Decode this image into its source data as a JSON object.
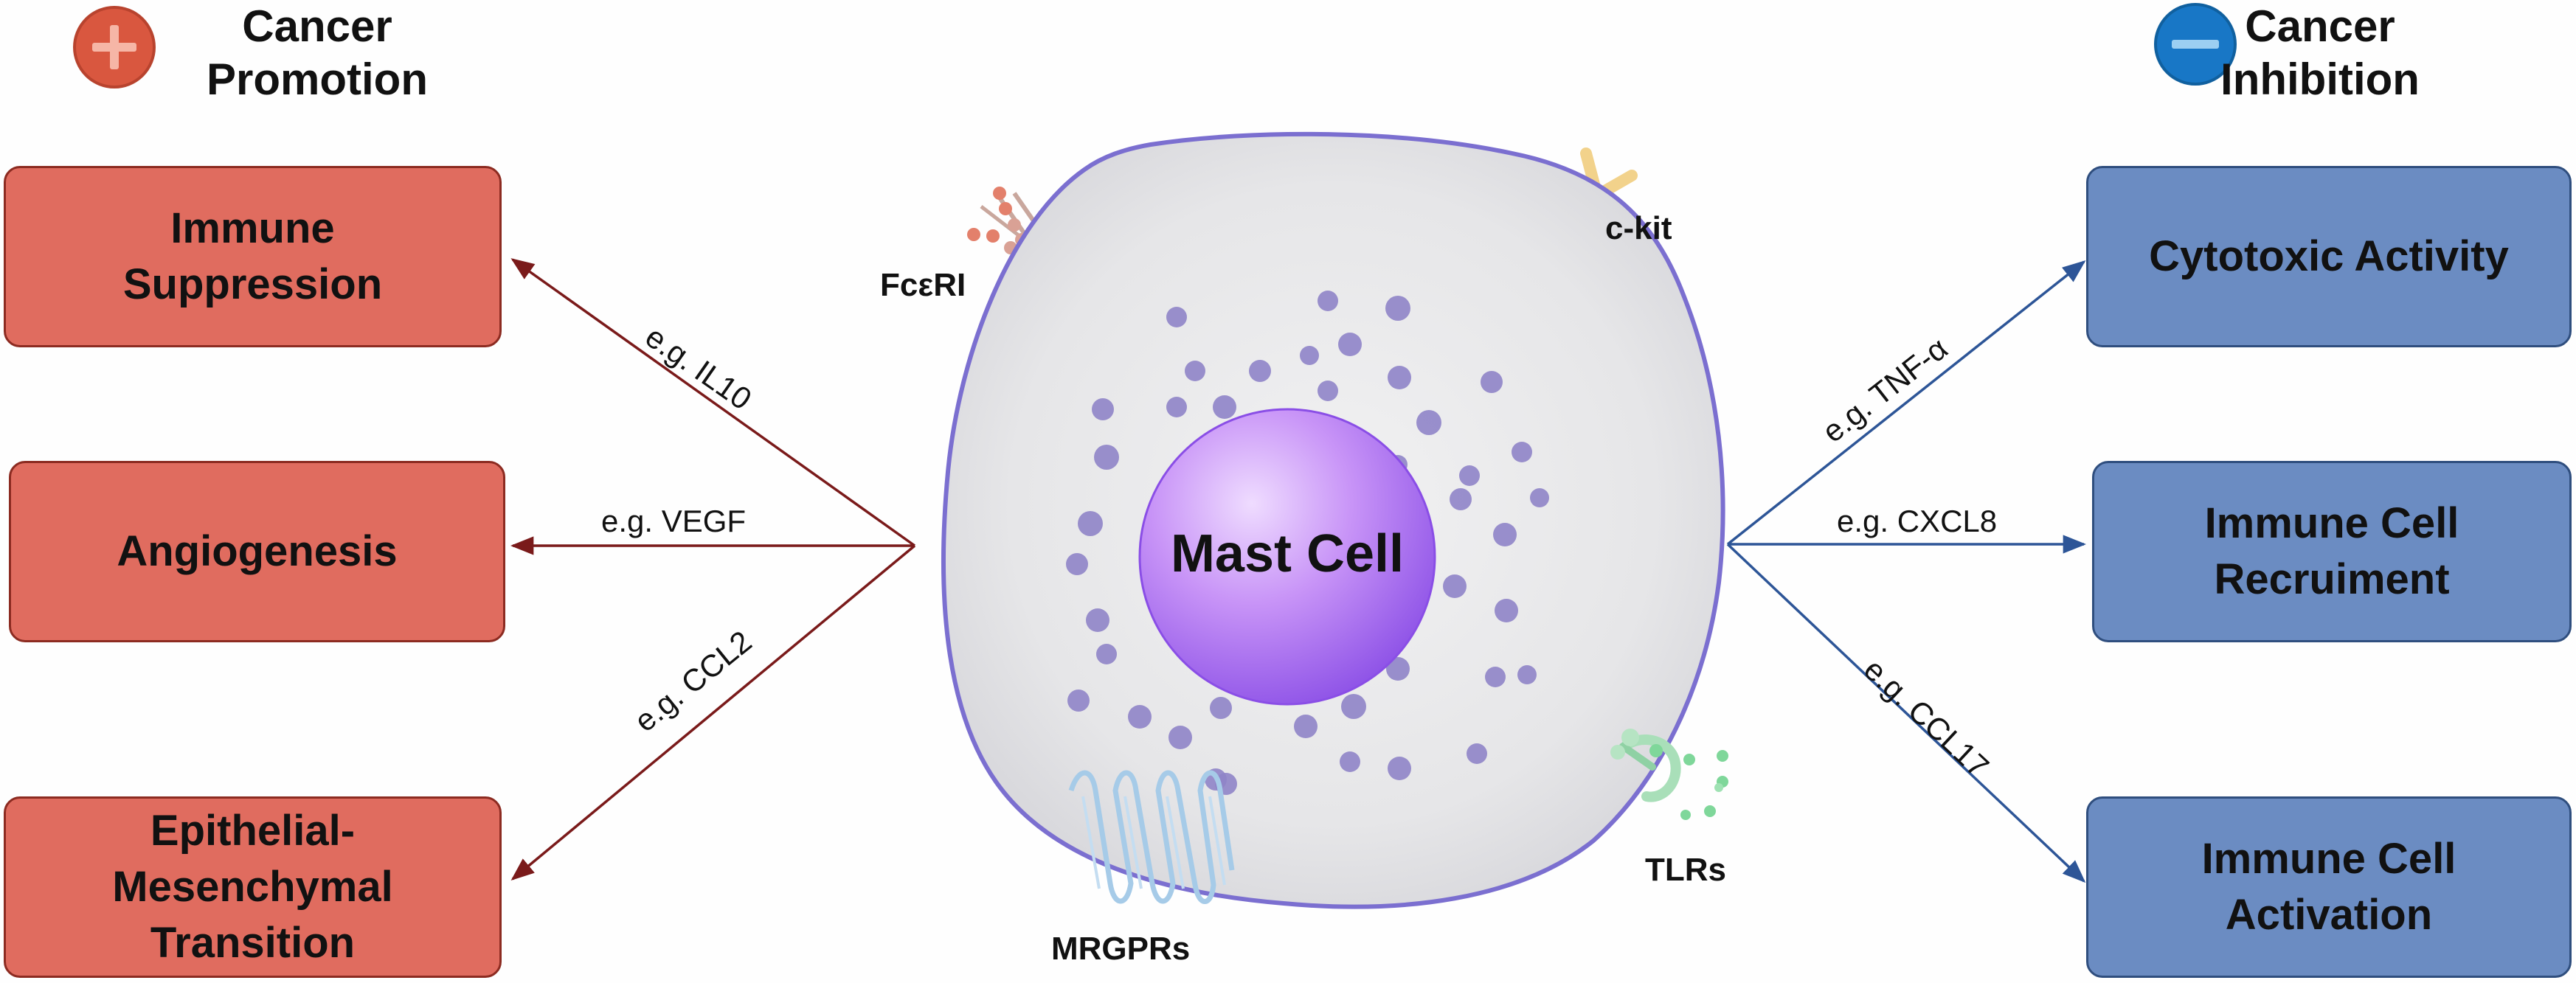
{
  "headers": {
    "promotion": [
      "Cancer",
      "Promotion"
    ],
    "inhibition": [
      "Cancer",
      "Inhibition"
    ]
  },
  "center_label": "Mast Cell",
  "receptors": {
    "fceri": "FcεRI",
    "ckit": "c-kit",
    "tlrs": "TLRs",
    "mrgprs": "MRGPRs"
  },
  "promotion_boxes": [
    {
      "lines": [
        "Immune",
        "Suppression"
      ]
    },
    {
      "lines": [
        "Angiogenesis"
      ]
    },
    {
      "lines": [
        "Epithelial-",
        "Mesenchymal",
        "Transition"
      ]
    }
  ],
  "inhibition_boxes": [
    {
      "lines": [
        "Cytotoxic Activity"
      ]
    },
    {
      "lines": [
        "Immune Cell",
        "Recruiment"
      ]
    },
    {
      "lines": [
        "Immune Cell",
        "Activation"
      ]
    }
  ],
  "promotion_arrows": [
    "e.g. IL10",
    "e.g. VEGF",
    "e.g. CCL2"
  ],
  "inhibition_arrows": [
    "e.g. TNF-α",
    "e.g. CXCL8",
    "e.g. CCL17"
  ],
  "colors": {
    "promotion_box": "#e06c5f",
    "inhibition_box": "#6b8cc2",
    "promotion_arrow": "#7a1a1a",
    "inhibition_arrow": "#2d5597",
    "nucleus": "#b07cf0",
    "granule": "#8f84c8"
  }
}
